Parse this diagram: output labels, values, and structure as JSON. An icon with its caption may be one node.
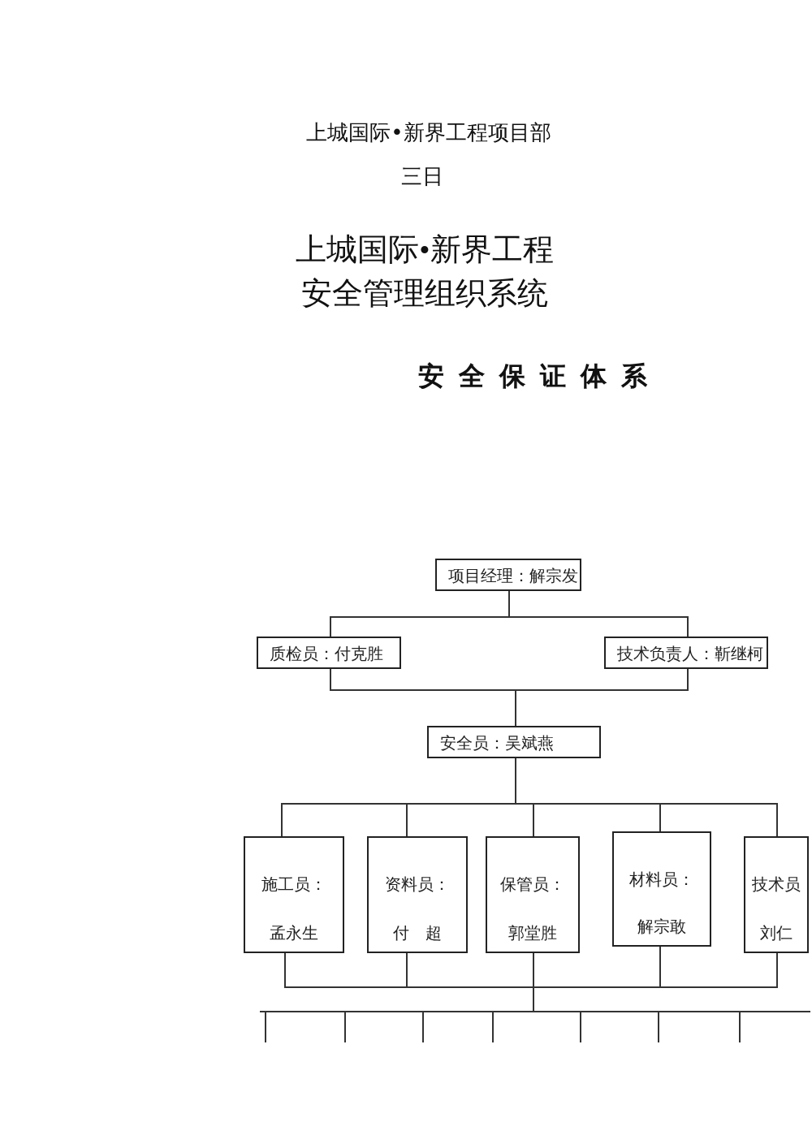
{
  "diagram": {
    "title": "上城国际•新界工程安全管理组织系统",
    "nodes": [
      {
        "text": [
          "项目经理：解宗发"
        ]
      },
      {
        "text": [
          "质检员：付克胜"
        ]
      },
      {
        "text": [
          "技术负责人：靳继柯"
        ]
      },
      {
        "text": [
          "安全员：吴斌燕"
        ]
      },
      {
        "text": [
          "施工员：",
          "孟永生"
        ]
      },
      {
        "text": [
          "资料员：",
          "付　超"
        ]
      },
      {
        "text": [
          "保管员：",
          "郭堂胜"
        ]
      },
      {
        "text": [
          "材料员：",
          "解宗敢"
        ]
      },
      {
        "text": [
          "技术员",
          "刘仁"
        ]
      }
    ],
    "edges": [
      {
        "from": 0,
        "to": 1,
        "arrow": "none"
      },
      {
        "from": 0,
        "to": 2,
        "arrow": "none"
      },
      {
        "from": 1,
        "to": 3,
        "arrow": "none"
      },
      {
        "from": 2,
        "to": 3,
        "arrow": "none"
      },
      {
        "from": 3,
        "to": 4,
        "arrow": "none"
      },
      {
        "from": 3,
        "to": 5,
        "arrow": "none"
      },
      {
        "from": 3,
        "to": 6,
        "arrow": "none"
      },
      {
        "from": 3,
        "to": 7,
        "arrow": "none"
      },
      {
        "from": 3,
        "to": 8,
        "arrow": "none"
      },
      {
        "from": 4,
        "to": null,
        "arrow": "none"
      },
      {
        "from": 5,
        "to": null,
        "arrow": "none"
      },
      {
        "from": 6,
        "to": null,
        "arrow": "none"
      },
      {
        "from": 7,
        "to": null,
        "arrow": "none"
      },
      {
        "from": 8,
        "to": null,
        "arrow": "none"
      }
    ],
    "labels": [
      "上城国际•新界工程项目部",
      "三日",
      "安全保证体系"
    ]
  }
}
